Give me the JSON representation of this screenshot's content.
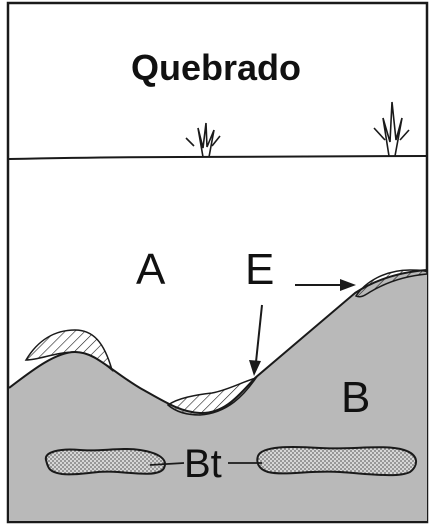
{
  "title": "Quebrado",
  "labels": {
    "a": "A",
    "e": "E",
    "b": "B",
    "bt": "Bt"
  },
  "colors": {
    "b_horizon_fill": "#b9b9b9",
    "line": "#1a1a1a",
    "nodule_fill": "#d4d4d4"
  },
  "icons": [
    "grass-tuft-icon",
    "grass-tuft-icon",
    "arrow-icon",
    "arrow-icon"
  ]
}
